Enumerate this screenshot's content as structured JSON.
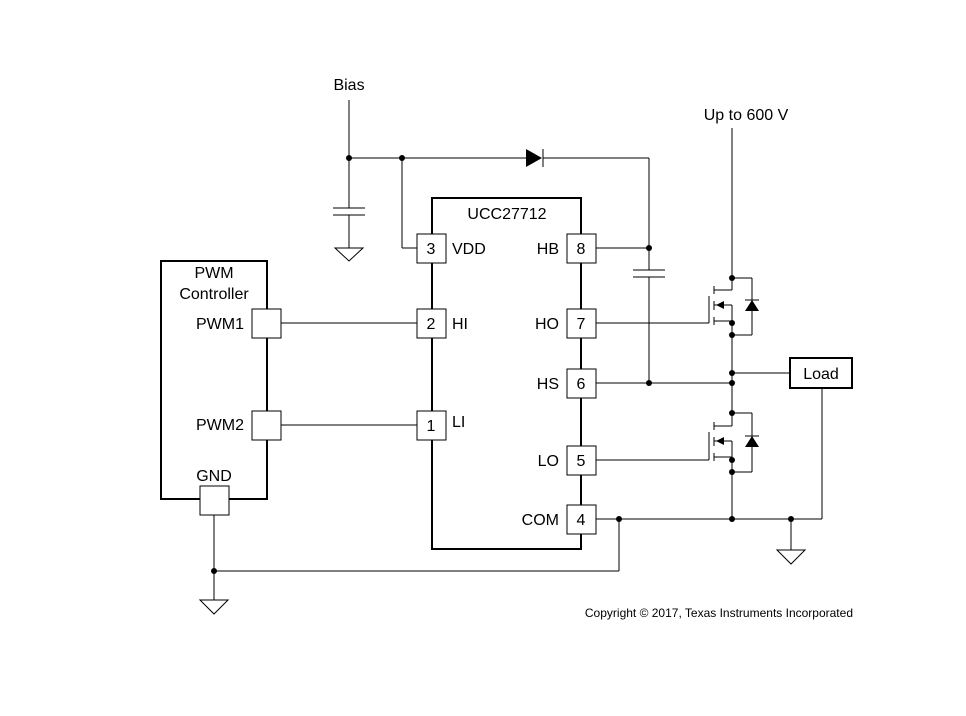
{
  "labels": {
    "bias": "Bias",
    "supply": "Up to 600 V",
    "ic_name": "UCC27712",
    "controller_line1": "PWM",
    "controller_line2": "Controller",
    "pwm1": "PWM1",
    "pwm2": "PWM2",
    "gnd": "GND",
    "load": "Load",
    "copyright": "Copyright © 2017, Texas Instruments Incorporated"
  },
  "ic_pins": {
    "vdd": {
      "number": "3",
      "name": "VDD"
    },
    "hi": {
      "number": "2",
      "name": "HI"
    },
    "li": {
      "number": "1",
      "name": "LI"
    },
    "hb": {
      "number": "8",
      "name": "HB"
    },
    "ho": {
      "number": "7",
      "name": "HO"
    },
    "hs": {
      "number": "6",
      "name": "HS"
    },
    "lo": {
      "number": "5",
      "name": "LO"
    },
    "com": {
      "number": "4",
      "name": "COM"
    }
  }
}
